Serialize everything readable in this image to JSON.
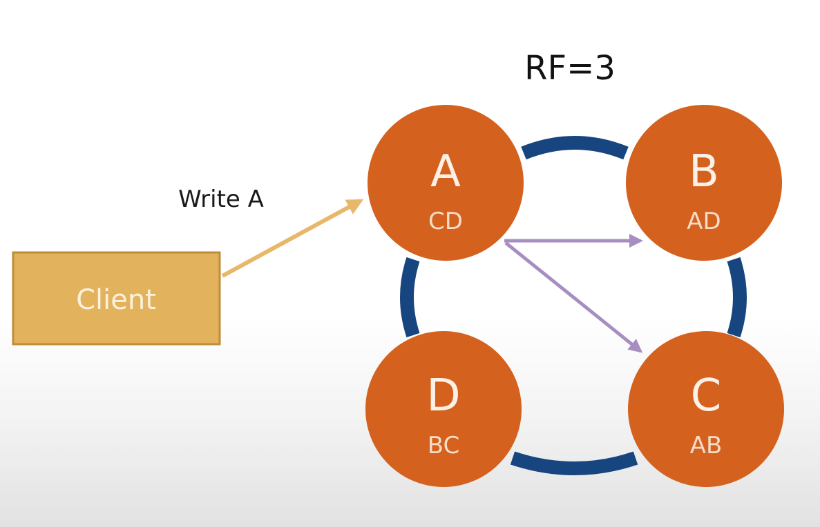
{
  "title": "RF=3",
  "write_label": "Write A",
  "client": {
    "label": "Client",
    "fill_color": "#e3b25c",
    "border_color": "#bf8c3a"
  },
  "nodes": [
    {
      "name": "A",
      "replicas": "CD"
    },
    {
      "name": "B",
      "replicas": "AD"
    },
    {
      "name": "C",
      "replicas": "AB"
    },
    {
      "name": "D",
      "replicas": "BC"
    }
  ],
  "colors": {
    "node_fill": "#d4611e",
    "ring": "#17457f",
    "write_arrow": "#e8b86a",
    "replication_arrow": "#a78ec1"
  }
}
